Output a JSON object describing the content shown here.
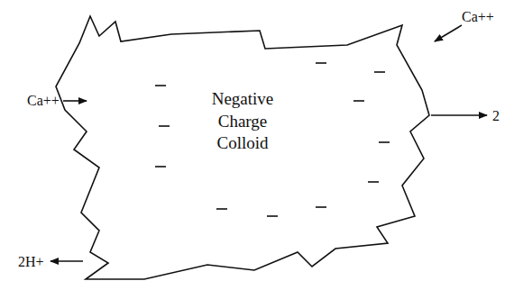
{
  "diagram": {
    "nodes": [
      {
        "text": [
          "Negative Charge Colloid"
        ]
      }
    ],
    "labels": [
      "Ca++",
      "Ca++",
      "2H+",
      "2"
    ]
  }
}
